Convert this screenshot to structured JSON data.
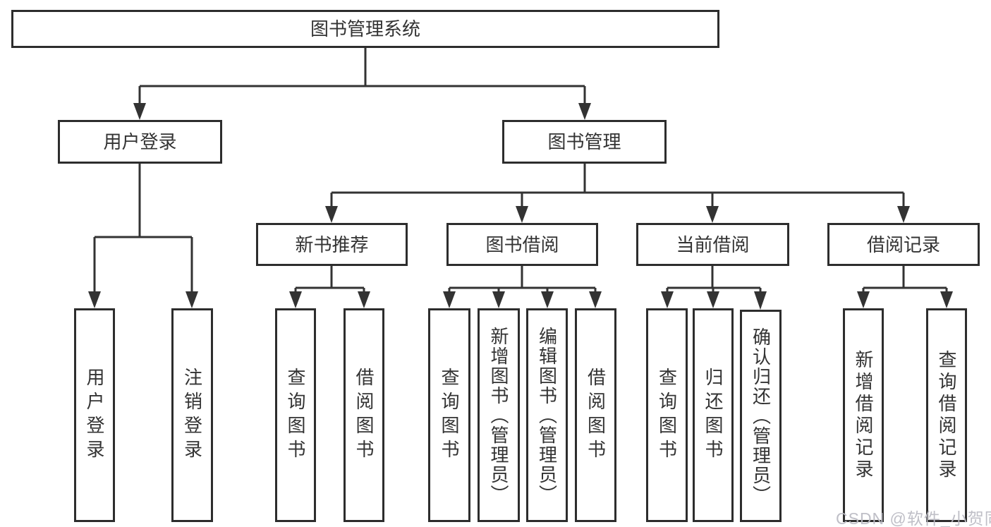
{
  "diagram": {
    "root": {
      "label": "图书管理系统"
    },
    "level2": {
      "user_login": {
        "label": "用户登录"
      },
      "book_mgmt": {
        "label": "图书管理"
      }
    },
    "level3": {
      "new_books": {
        "label": "新书推荐"
      },
      "book_borrow": {
        "label": "图书借阅"
      },
      "current_borrow": {
        "label": "当前借阅"
      },
      "borrow_records": {
        "label": "借阅记录"
      }
    },
    "leaves": {
      "user_login": {
        "label": "用户登录"
      },
      "logout": {
        "label": "注销登录"
      },
      "query_books_1": {
        "label": "查询图书"
      },
      "borrow_books_1": {
        "label": "借阅图书"
      },
      "query_books_2": {
        "label": "查询图书"
      },
      "add_books": {
        "label": "新增图书（管理员）"
      },
      "edit_books": {
        "label": "编辑图书（管理员）"
      },
      "borrow_books_2": {
        "label": "借阅图书"
      },
      "query_books_3": {
        "label": "查询图书"
      },
      "return_books": {
        "label": "归还图书"
      },
      "confirm_return": {
        "label": "确认归还（管理员）"
      },
      "add_record": {
        "label": "新增借阅记录"
      },
      "query_record": {
        "label": "查询借阅记录"
      }
    },
    "colors": {
      "line": "#333333",
      "border": "#2d2d2d",
      "text": "#333333",
      "background": "#ffffff"
    }
  },
  "watermark": {
    "text": "CSDN @软件_小贺同学",
    "color": "#bcbcc4"
  }
}
